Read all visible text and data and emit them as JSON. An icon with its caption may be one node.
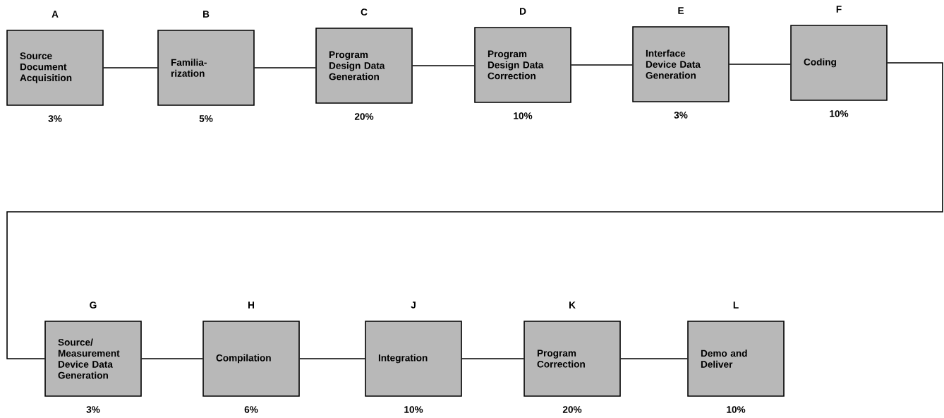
{
  "diagram": {
    "nodes": [
      {
        "text": [
          "A",
          "Source Document Acquisition"
        ],
        "beside": [
          "3%"
        ]
      },
      {
        "text": [
          "B",
          "Familia- rization"
        ],
        "beside": [
          "5%"
        ]
      },
      {
        "text": [
          "C",
          "Program Design Data Generation"
        ],
        "beside": [
          "20%"
        ]
      },
      {
        "text": [
          "D",
          "Program Design Data Correction"
        ],
        "beside": [
          "10%"
        ]
      },
      {
        "text": [
          "E",
          "Interface Device Data Generation"
        ],
        "beside": [
          "3%"
        ]
      },
      {
        "text": [
          "F",
          "Coding"
        ],
        "beside": [
          "10%"
        ]
      },
      {
        "text": [
          "G",
          "Source/ Measurement Device Data Generation"
        ],
        "beside": [
          "3%"
        ]
      },
      {
        "text": [
          "H",
          "Compilation"
        ],
        "beside": [
          "6%"
        ]
      },
      {
        "text": [
          "J",
          "Integration"
        ],
        "beside": [
          "10%"
        ]
      },
      {
        "text": [
          "K",
          "Program Correction"
        ],
        "beside": [
          "20%"
        ]
      },
      {
        "text": [
          "L",
          "Demo and Deliver"
        ],
        "beside": [
          "10%"
        ]
      }
    ],
    "edges": [
      {
        "from": 0,
        "to": 1,
        "arrow": "none"
      },
      {
        "from": 1,
        "to": 2,
        "arrow": "none"
      },
      {
        "from": 2,
        "to": 3,
        "arrow": "none"
      },
      {
        "from": 3,
        "to": 4,
        "arrow": "none"
      },
      {
        "from": 4,
        "to": 5,
        "arrow": "none"
      },
      {
        "from": 5,
        "to": 6,
        "arrow": "none"
      },
      {
        "from": 6,
        "to": 7,
        "arrow": "none"
      },
      {
        "from": 7,
        "to": 8,
        "arrow": "none"
      },
      {
        "from": 8,
        "to": 9,
        "arrow": "none"
      },
      {
        "from": 9,
        "to": 10,
        "arrow": "none"
      }
    ]
  }
}
